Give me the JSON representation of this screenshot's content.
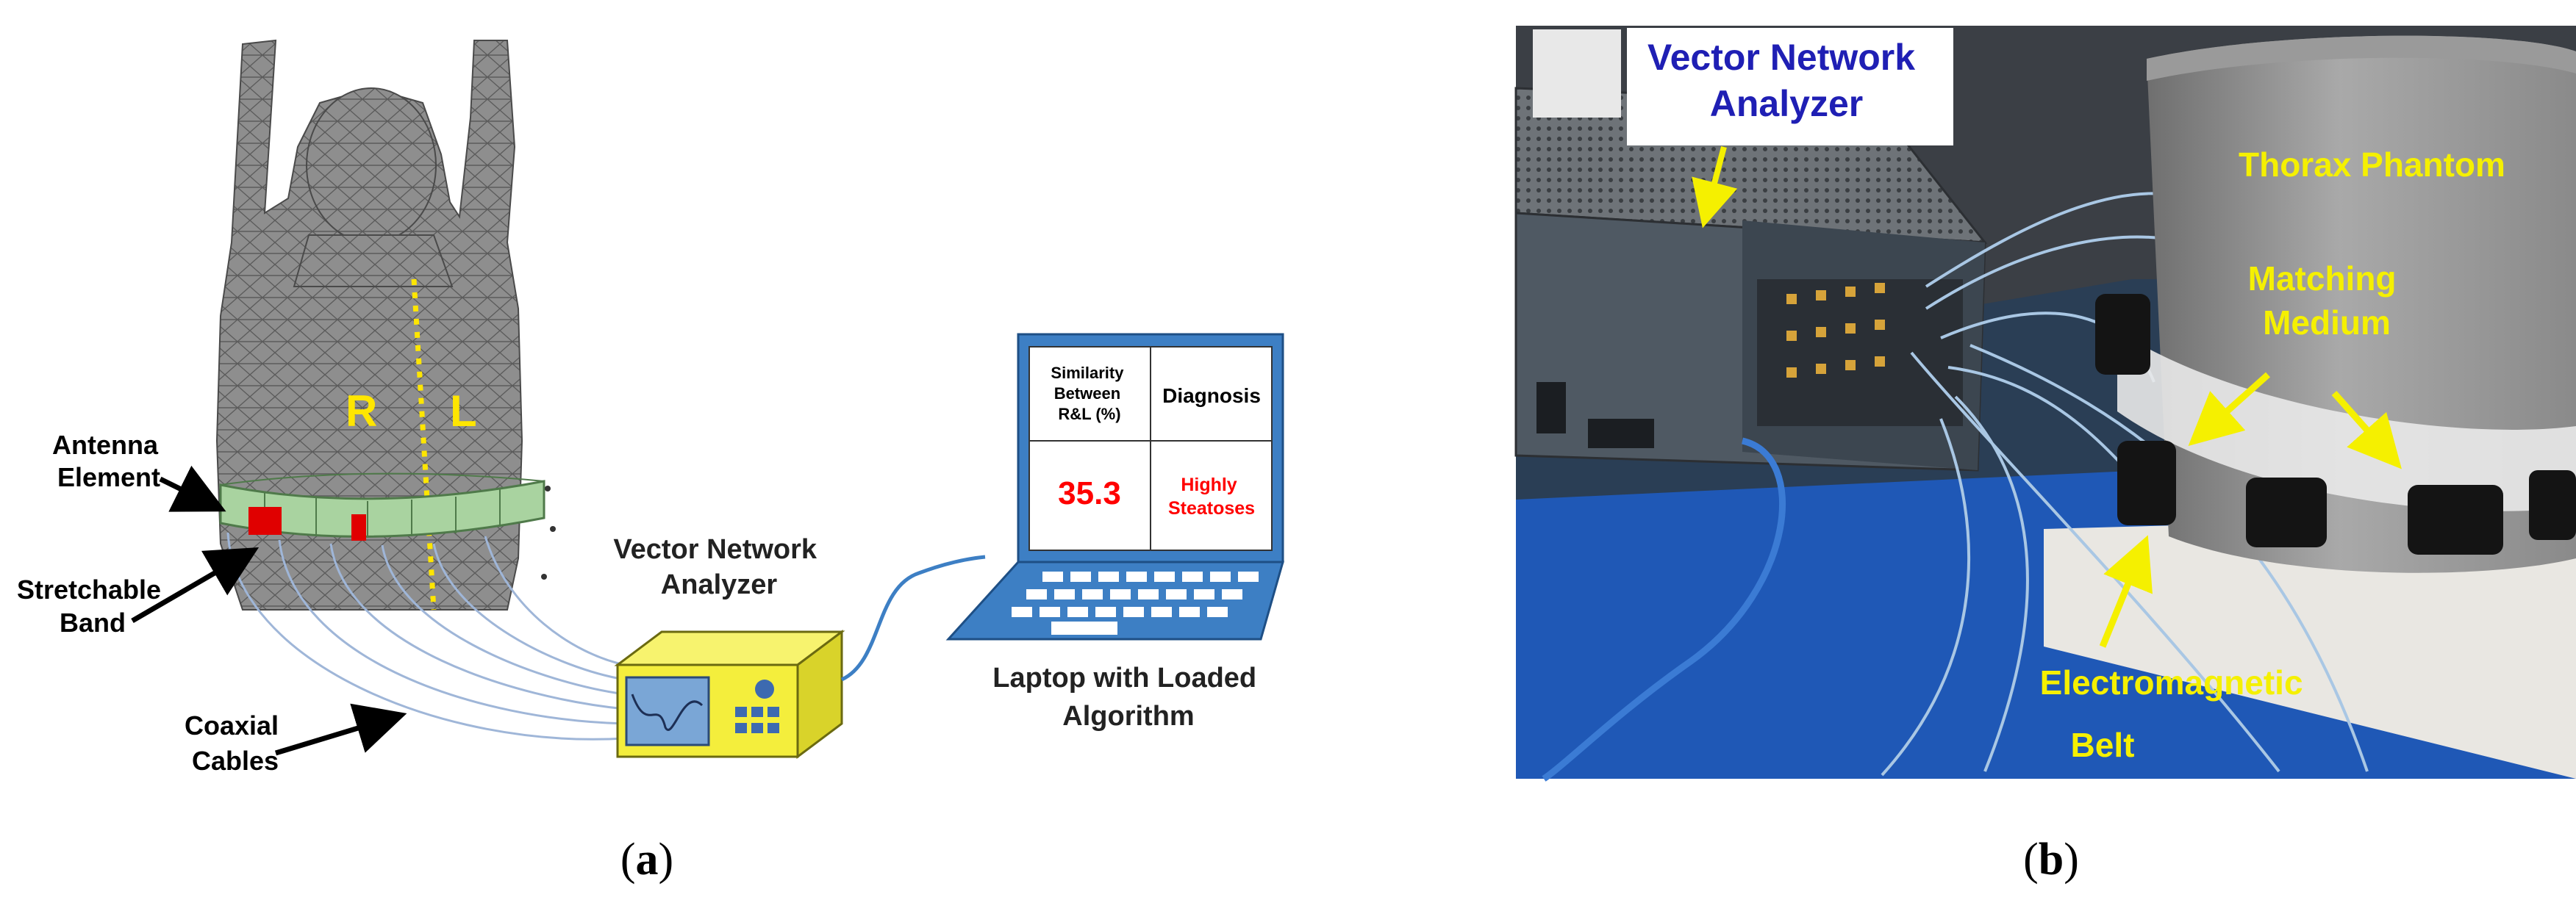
{
  "panel_a": {
    "side_labels": {
      "right": "R",
      "left": "L"
    },
    "antenna_label": [
      "Antenna",
      "Element"
    ],
    "band_label": [
      "Stretchable",
      "Band"
    ],
    "cables_label": [
      "Coaxial",
      "Cables"
    ],
    "vna_label": [
      "Vector Network",
      "Analyzer"
    ],
    "laptop_label": [
      "Laptop with Loaded",
      "Algorithm"
    ],
    "screen_table": {
      "header_col1": [
        "Similarity",
        "Between",
        "R&L (%)"
      ],
      "header_col2": "Diagnosis",
      "value": "35.3",
      "diagnosis": [
        "Highly",
        "Steatoses"
      ]
    },
    "caption_prefix": "(",
    "caption_letter": "a",
    "caption_suffix": ")"
  },
  "panel_b": {
    "vna_label": [
      "Vector Network",
      "Analyzer"
    ],
    "thorax_label": "Thorax Phantom",
    "medium_label": [
      "Matching",
      "Medium"
    ],
    "belt_label": [
      "Electromagnetic",
      "Belt"
    ],
    "caption_prefix": "(",
    "caption_letter": "b",
    "caption_suffix": ")"
  },
  "colors": {
    "body_gray": "#8c8c8c",
    "mesh_line": "#5a5a5a",
    "band_green": "#a9d3a0",
    "antenna_red": "#e00000",
    "dotted_line": "#ffe600",
    "vna_yellow": "#f4ee3c",
    "laptop_blue": "#3d7fc4",
    "diagnosis_red": "#ff0000",
    "photo_label_blue": "#1f1fb4",
    "photo_label_yellow": "#f5f000",
    "floor_blue": "#1f58b6"
  }
}
